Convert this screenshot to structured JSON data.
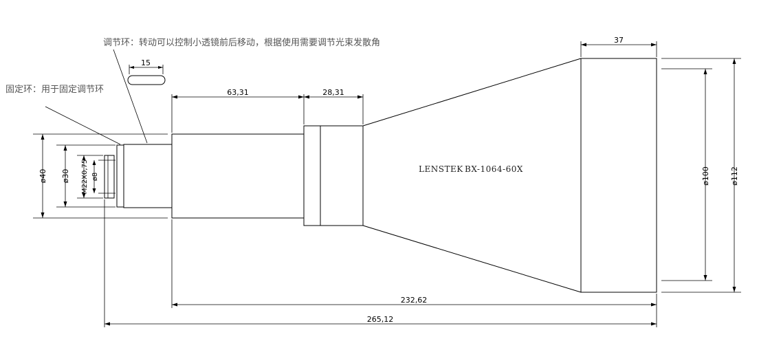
{
  "notes": {
    "adjust_ring": "调节环：转动可以控制小透镜前后移动，根据使用需要调节光束发散角",
    "fixed_ring": "固定环：用于固定调节环"
  },
  "dimensions": {
    "slot_width": "15",
    "tube_length": "63,31",
    "collar_length": "28,31",
    "output_length": "37",
    "body_length": "232,62",
    "total_length": "265,12",
    "dia_40": "ø40",
    "dia_30": "ø30",
    "thread": "M22X0,75",
    "dia_8": "ø8",
    "dia_100": "ø100",
    "dia_112": "ø112"
  },
  "label": {
    "brand": "LENSTEK",
    "model": "BX-1064-60X"
  }
}
